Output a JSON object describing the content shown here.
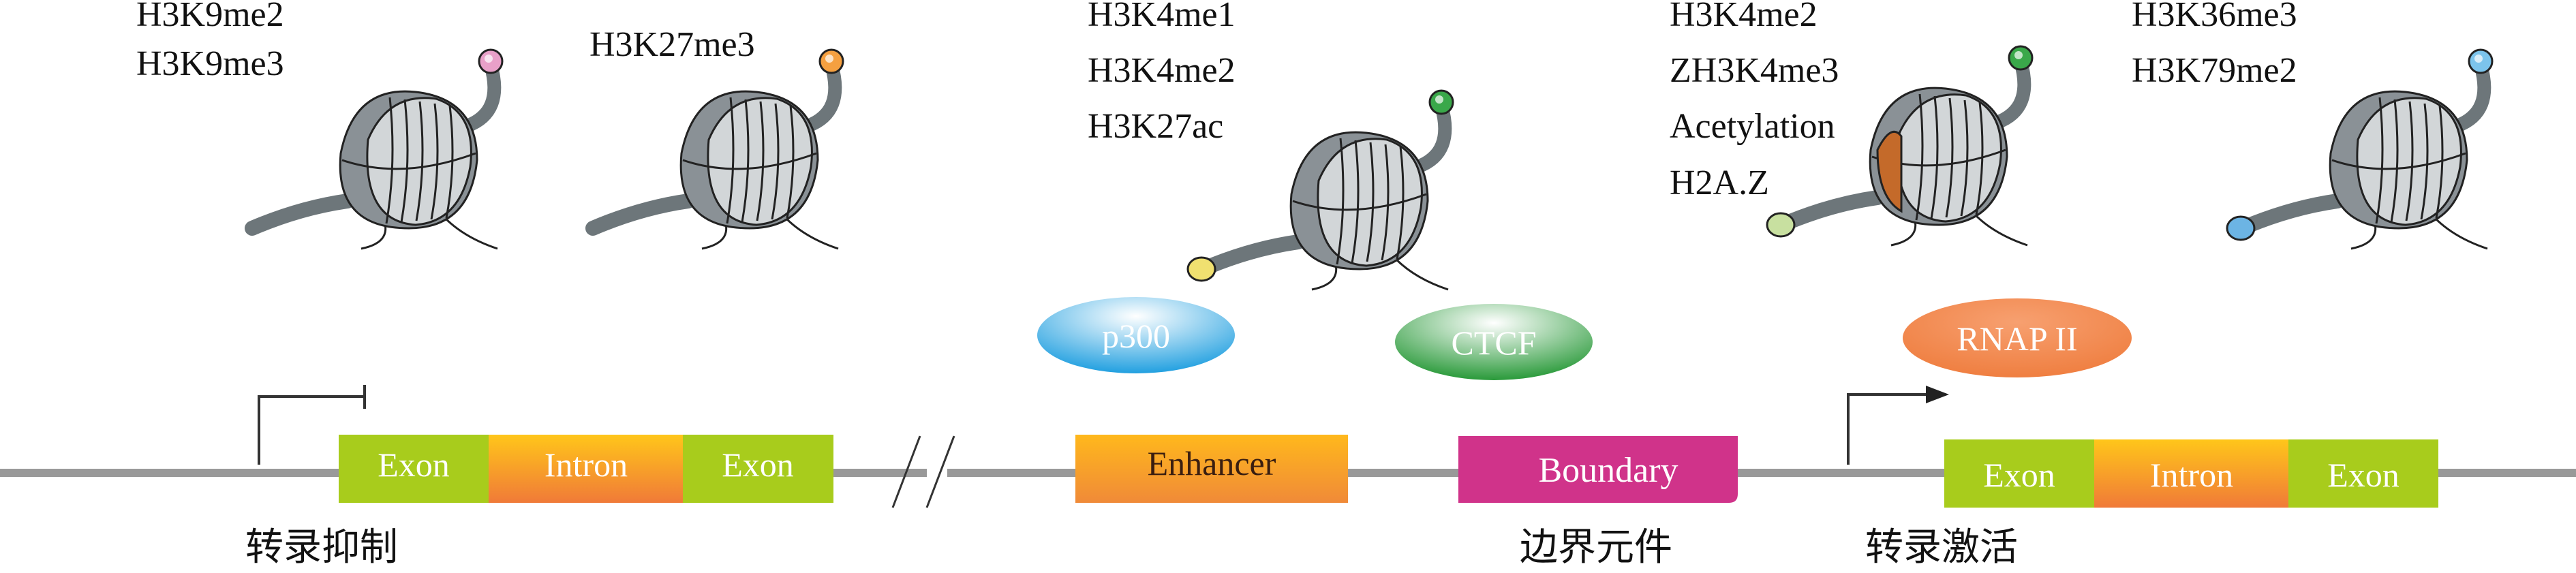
{
  "nucleosomes": [
    {
      "marks": [
        "H3K9me2",
        "H3K9me3"
      ],
      "tail_color": "#e8a0c8",
      "front_color": null
    },
    {
      "marks": [
        "H3K27me3"
      ],
      "tail_color": "#f5a040",
      "front_color": null
    },
    {
      "marks": [
        "H3K4me1",
        "H3K4me2",
        "H3K27ac"
      ],
      "tail_color": "#3aa84a",
      "front_color": "#f0e070"
    },
    {
      "marks": [
        "H3K4me2",
        "ZH3K4me3",
        "Acetylation",
        "H2A.Z"
      ],
      "tail_color": "#3aa84a",
      "front_color": "#c8e0a0",
      "core_accent": "#c46a2a"
    },
    {
      "marks": [
        "H3K36me3",
        "H3K79me2"
      ],
      "tail_color": "#7cc4ec",
      "front_color": "#6cb4e4"
    }
  ],
  "proteins": [
    {
      "label": "p300",
      "color": "#22a0e0"
    },
    {
      "label": "CTCF",
      "color": "#2a9a3a"
    },
    {
      "label": "RNAP II",
      "color": "#ee7a3a"
    }
  ],
  "elements": {
    "exon1": "Exon",
    "intron1": "Intron",
    "exon2": "Exon",
    "enhancer": "Enhancer",
    "boundary": "Boundary",
    "exon3": "Exon",
    "intron2": "Intron",
    "exon4": "Exon"
  },
  "captions": {
    "repression": "转录抑制",
    "boundary": "边界元件",
    "activation": "转录激活"
  },
  "colors": {
    "dna_line": "#999999",
    "exon": "#a8cc1c",
    "intron_top": "#ffc61a",
    "intron_bottom": "#f07a38",
    "enhancer_top": "#ffb81c",
    "enhancer_bottom": "#f08a38",
    "boundary": "#d0338a",
    "nucleosome_body": "#8a9196",
    "nucleosome_stripe": "#d2d6d8"
  }
}
